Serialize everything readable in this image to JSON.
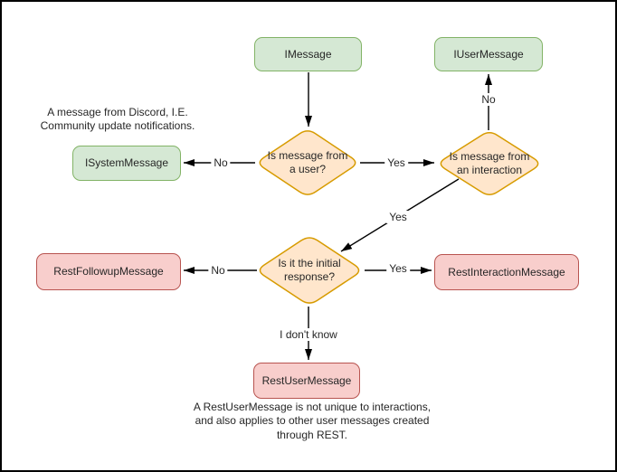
{
  "diagram": {
    "nodes": {
      "imessage": {
        "label": "IMessage"
      },
      "iusermessage": {
        "label": "IUserMessage"
      },
      "isystemmessage": {
        "label": "ISystemMessage"
      },
      "decision_user": {
        "label": "Is message from\na user?"
      },
      "decision_interaction": {
        "label": "Is message from\nan interaction"
      },
      "decision_initial": {
        "label": "Is it the initial\nresponse?"
      },
      "restfollowup": {
        "label": "RestFollowupMessage"
      },
      "restinteraction": {
        "label": "RestInteractionMessage"
      },
      "restuser": {
        "label": "RestUserMessage"
      }
    },
    "edge_labels": {
      "user_no": "No",
      "user_yes": "Yes",
      "interaction_no": "No",
      "interaction_yes": "Yes",
      "initial_no": "No",
      "initial_yes": "Yes",
      "initial_unknown": "I don't know"
    },
    "notes": {
      "system_note": "A message from Discord, I.E.\nCommunity update notifications.",
      "restuser_note": "A RestUserMessage is not unique to interactions,\nand also applies to other user messages created\nthrough REST."
    },
    "colors": {
      "interface_fill": "#d5e8d4",
      "interface_border": "#82b366",
      "decision_fill": "#ffe6cc",
      "decision_border": "#d79b00",
      "rest_fill": "#f8cecc",
      "rest_border": "#b85450",
      "edge": "#000000",
      "text": "#262626",
      "frame_border": "#000000",
      "background": "#ffffff"
    }
  }
}
